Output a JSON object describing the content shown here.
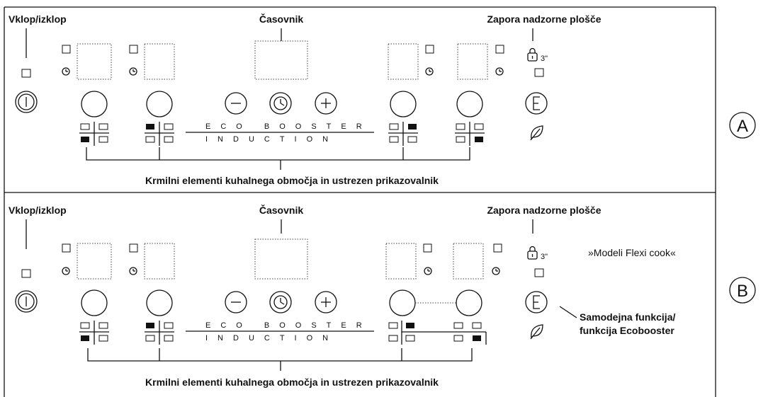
{
  "panel_a": {
    "label_power": "Vklop/izklop",
    "label_timer": "Časovnik",
    "label_lock": "Zapora nadzorne plošče",
    "lock_seconds": "3\"",
    "eco_line1": "ECO BOOSTER",
    "eco_line2": "INDUCTION",
    "bottom_caption": "Krmilni elementi kuhalnega območja in ustrezen prikazovalnik",
    "marker": "A"
  },
  "panel_b": {
    "label_power": "Vklop/izklop",
    "label_timer": "Časovnik",
    "label_lock": "Zapora nadzorne plošče",
    "lock_seconds": "3\"",
    "eco_line1": "ECO BOOSTER",
    "eco_line2": "INDUCTION",
    "bottom_caption": "Krmilni elementi kuhalnega območja in ustrezen prikazovalnik",
    "flexi_note": "»Modeli Flexi cook«",
    "auto_line1": "Samodejna funkcija/",
    "auto_line2": "funkcija Ecobooster",
    "marker": "B"
  }
}
